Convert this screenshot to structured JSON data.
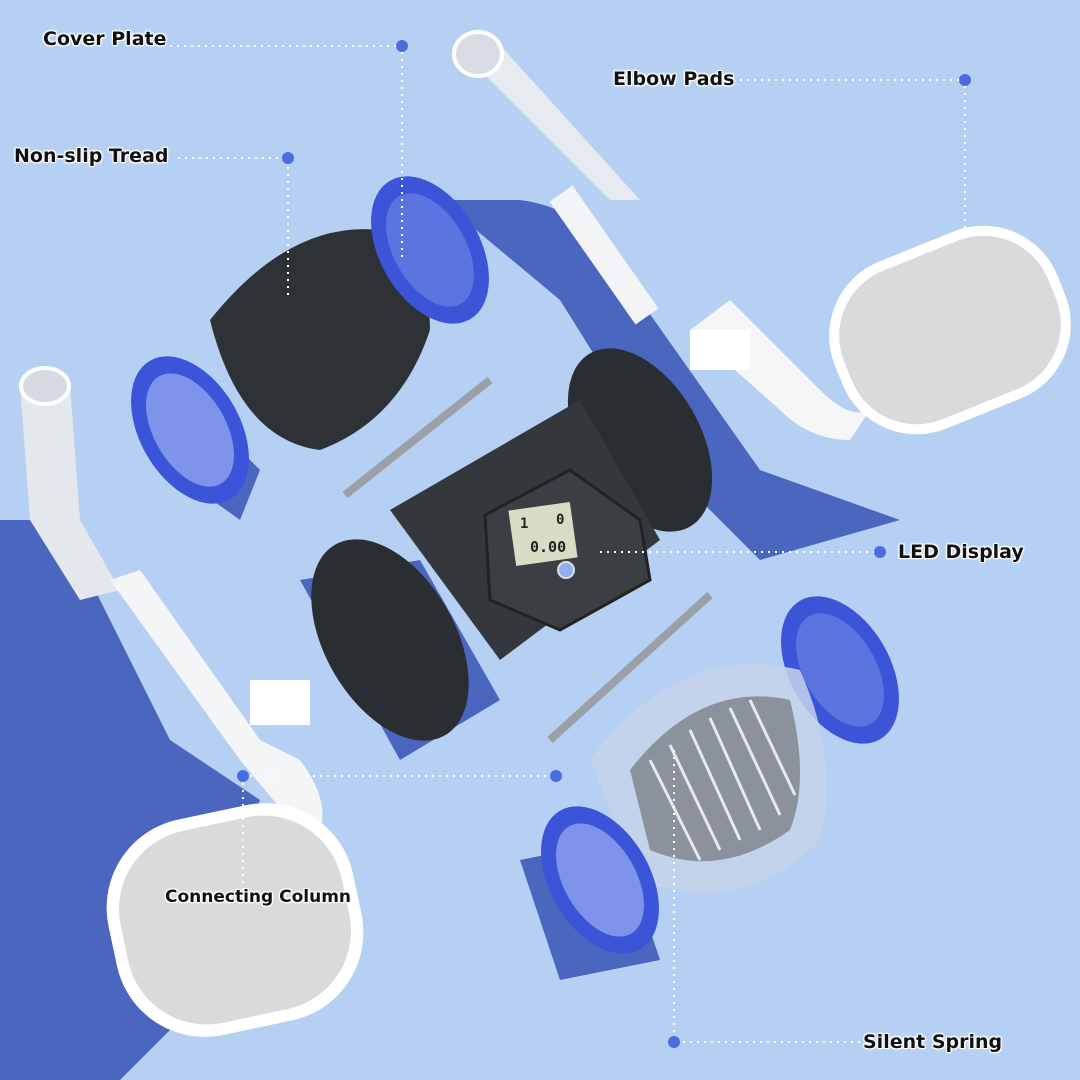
{
  "labels": {
    "cover_plate": "Cover Plate",
    "non_slip_tread": "Non-slip Tread",
    "elbow_pads": "Elbow Pads",
    "led_display": "LED Display",
    "connecting_column": "Connecting Column",
    "silent_spring": "Silent Spring"
  },
  "display": {
    "line1_left": "1",
    "line1_right": "0",
    "line2": "0.00"
  },
  "colors": {
    "background": "#b5d0f3",
    "accent": "#4a6ee0",
    "wheel_blue": "#3c55d8",
    "shadow": "#3d57b8",
    "body": "#2f3236"
  }
}
